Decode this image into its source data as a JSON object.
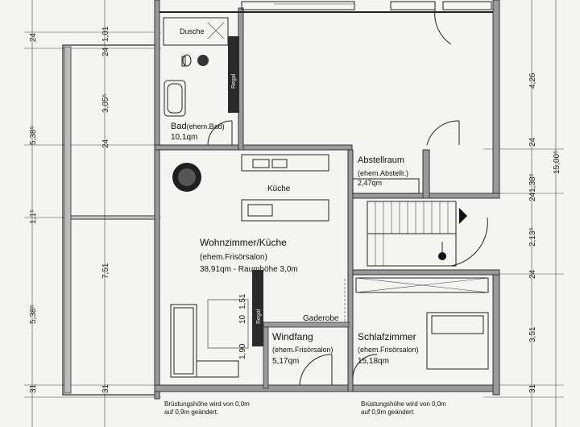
{
  "rooms": {
    "dusche": "Dusche",
    "bad_title": "Bad",
    "bad_former": "(ehem.Bad)",
    "bad_area": "10,1qm",
    "abstell_title": "Abstellraum",
    "abstell_former": "(ehem.Abstellr.)",
    "abstell_area": "2,47qm",
    "kueche": "Küche",
    "wohn_title": "Wohnzimmer/Küche",
    "wohn_former": "(ehem.Frisörsalon)",
    "wohn_area": "38,91qm - Raumhöhe 3,0m",
    "gaderobe": "Gaderobe",
    "windfang_title": "Windfang",
    "windfang_former": "(ehem.Frisörsalon)",
    "windfang_area": "5,17qm",
    "schlaf_title": "Schlafzimmer",
    "schlaf_former": "(ehem.Frisörsalon)",
    "schlaf_area": "15,18qm"
  },
  "labels": {
    "regal_1": "Regal",
    "regal_2": "Regal",
    "note_left_1": "Brüstungshöhe wird von 0,0m",
    "note_left_2": "auf 0,9m geändert.",
    "note_right_1": "Brüstungshöhe wird von 0,0m",
    "note_right_2": "auf 0,9m geändert."
  },
  "dimensions": {
    "d_24_top": "24",
    "d_101": "1,01",
    "d_24_mid": "24",
    "d_538a": "5,38⁵",
    "d_305": "3,05⁵",
    "d_24_left": "24",
    "d_115": "1,1⁵",
    "d_751": "7,51",
    "d_538b": "5,38⁵",
    "d_31a": "31",
    "d_31b": "31",
    "d_426": "4,26",
    "d_24_r1": "24",
    "d_241": "241,38⁵",
    "d_15": "15,00⁵",
    "d_213": "2,13⁵",
    "d_24_r2": "24",
    "d_351": "3,51",
    "d_31r": "31",
    "d_151": "1,51",
    "d_10": "10",
    "d_190": "1,90"
  }
}
